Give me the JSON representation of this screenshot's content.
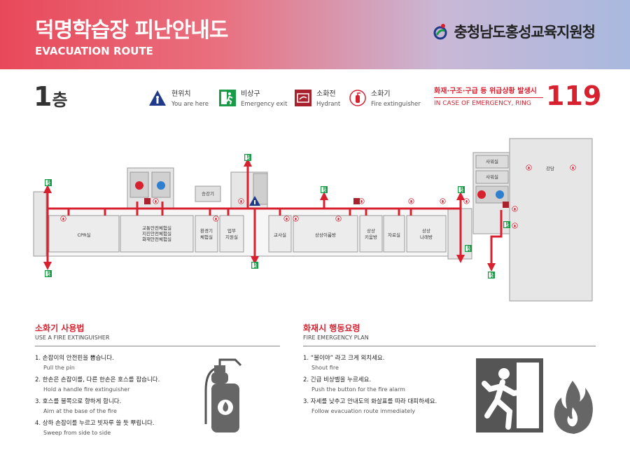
{
  "header": {
    "title": "덕명학습장 피난안내도",
    "subtitle": "EVACUATION ROUTE",
    "office": "충청남도홍성교육지원청"
  },
  "floor": {
    "number": "1",
    "unit": "층"
  },
  "legend": [
    {
      "ko": "현위치",
      "en": "You are here",
      "icon": "you-are-here-icon"
    },
    {
      "ko": "비상구",
      "en": "Emergency exit",
      "icon": "emergency-exit-icon"
    },
    {
      "ko": "소화전",
      "en": "Hydrant",
      "icon": "hydrant-icon"
    },
    {
      "ko": "소화기",
      "en": "Fire extinguisher",
      "icon": "fire-extinguisher-icon"
    }
  ],
  "emergency": {
    "ko": "화재·구조·구급 등 위급상황 발생시",
    "en": "IN CASE OF EMERGENCY, RING",
    "number": "119"
  },
  "rooms": {
    "cpr": "CPR실",
    "traffic": [
      "교통안전체험실",
      "지진안전체험실",
      "화재안전체험실"
    ],
    "env": [
      "환경기",
      "체험실"
    ],
    "admin": [
      "업무",
      "지원실"
    ],
    "lift": "승강기",
    "teacher": "교사실",
    "imagination": "상상이룸방",
    "studio": [
      "상상",
      "키움방"
    ],
    "material": "자료실",
    "sharing": [
      "상상",
      "나래방"
    ],
    "office1": "사워실",
    "office2": "사워실",
    "hall": "강당"
  },
  "colors": {
    "route": "#d7212f",
    "exit": "#1a9b48",
    "accent": "#d7212f",
    "navy": "#1f3a8a"
  },
  "extinguisher_section": {
    "title": "소화기 사용법",
    "subtitle": "USE A FIRE EXTINGUISHER",
    "steps": [
      {
        "ko": "1. 손잡이의 안전핀을 뽑습니다.",
        "en": "Pull the pin"
      },
      {
        "ko": "2. 한손은 손잡이를, 다른 한손은 호스를 잡습니다.",
        "en": "Hold a handle fire extinguisher"
      },
      {
        "ko": "3. 호스를 불쪽으로 향하게 합니다.",
        "en": "Aim at the base of the fire"
      },
      {
        "ko": "4. 상하 손잡이를 누르고 빗자루 쓸 듯 뿌립니다.",
        "en": "Sweep from side to side"
      }
    ]
  },
  "fire_plan_section": {
    "title": "화재시 행동요령",
    "subtitle": "FIRE EMERGENCY PLAN",
    "steps": [
      {
        "ko": "1. “불이야” 라고 크게 외치세요.",
        "en": "Shout fire"
      },
      {
        "ko": "2. 긴급 비상벨을 누르세요.",
        "en": "Push the button for the fire alarm"
      },
      {
        "ko": "3. 자세를 낮추고 안내도의 화살표를 따라 대피하세요.",
        "en": "Follow evacuation route immediately"
      }
    ]
  }
}
